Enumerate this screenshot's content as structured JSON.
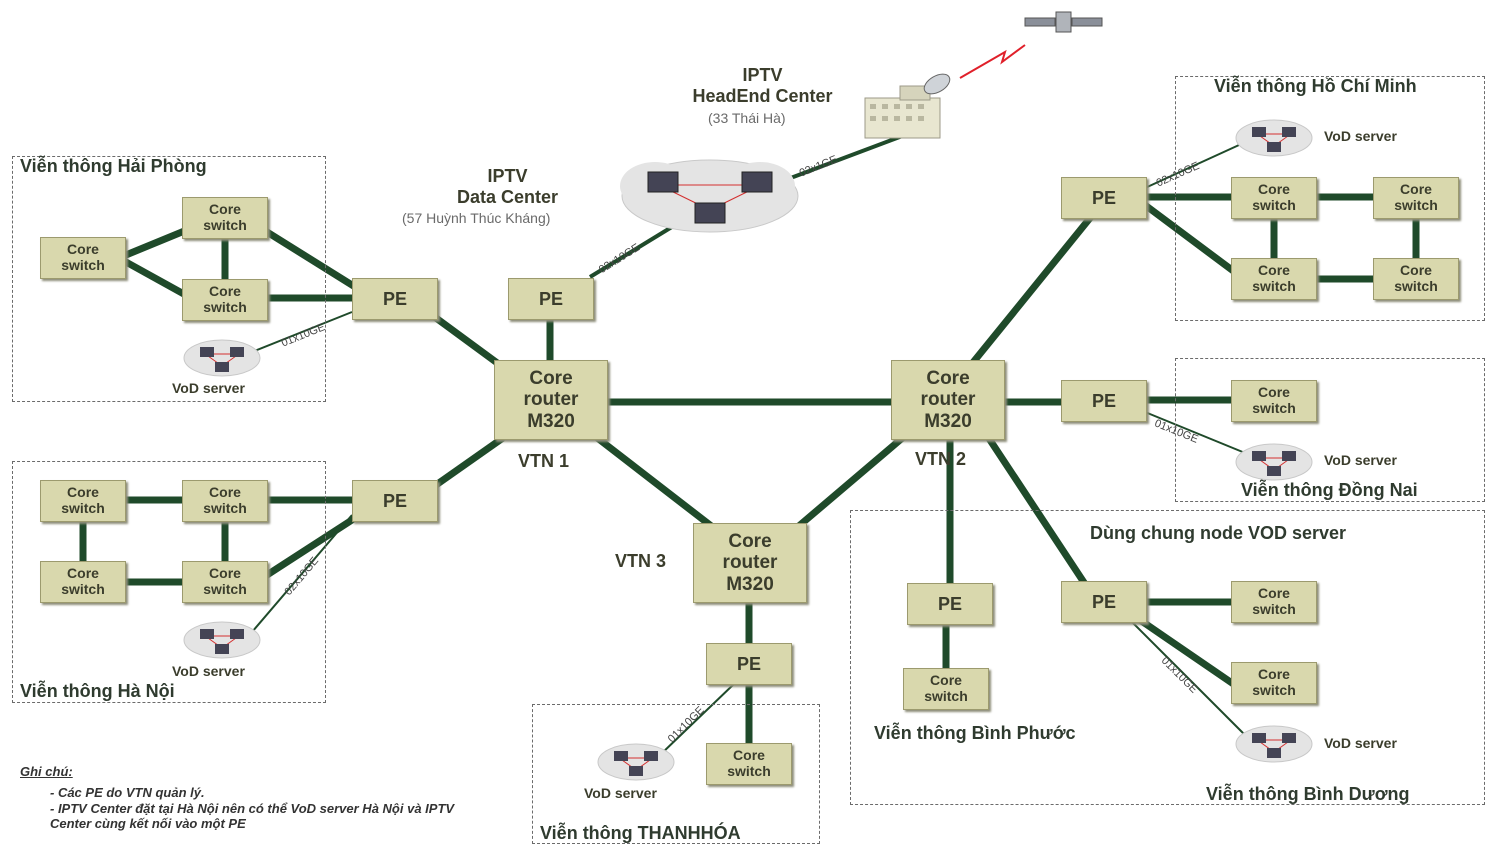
{
  "headend": {
    "title": "IPTV\nHeadEnd  Center",
    "address": "(33 Thái Hà)"
  },
  "datacenter": {
    "title": "IPTV\nData Center",
    "address": "(57 Huỳnh Thúc Kháng)"
  },
  "link_labels": {
    "dc_headend": "02x1GE",
    "pe_dc": "02x10GE",
    "hp_vod": "01x10GE",
    "hn_vod": "02x10GE",
    "hcm_vod": "02x10GE",
    "dn_vod": "01x10GE",
    "th_vod": "01x10GE",
    "bd_vod": "01x10GE"
  },
  "routers": {
    "vtn1": {
      "label": "Core\nrouter\nM320",
      "name": "VTN 1"
    },
    "vtn2": {
      "label": "Core\nrouter\nM320",
      "name": "VTN 2"
    },
    "vtn3": {
      "label": "Core\nrouter\nM320",
      "name": "VTN 3"
    }
  },
  "pe_label": "PE",
  "switch_label": "Core\nswitch",
  "vod_label": "VoD server",
  "regions": {
    "hai_phong": "Viễn thông Hải Phòng",
    "ha_noi": "Viễn thông Hà Nội",
    "ho_chi_minh": "Viễn thông Hồ Chí Minh",
    "dong_nai": "Viễn thông Đồng Nai",
    "shared_vod": "Dùng chung node VOD server",
    "binh_phuoc": "Viễn thông Bình Phước",
    "binh_duong": "Viễn thông Bình Dương",
    "thanh_hoa": "Viễn thông THANHHÓA"
  },
  "notes": {
    "title": "Ghi chú:",
    "lines": [
      "- Các PE do VTN quản lý.",
      "- IPTV Center đặt tại Hà Nội nên có thể VoD server Hà Nội và IPTV Center cùng kết nối vào một PE"
    ]
  },
  "colors": {
    "link": "#1f4a2a",
    "node_fill": "#d9d8ad",
    "lightning": "#e0202a"
  }
}
